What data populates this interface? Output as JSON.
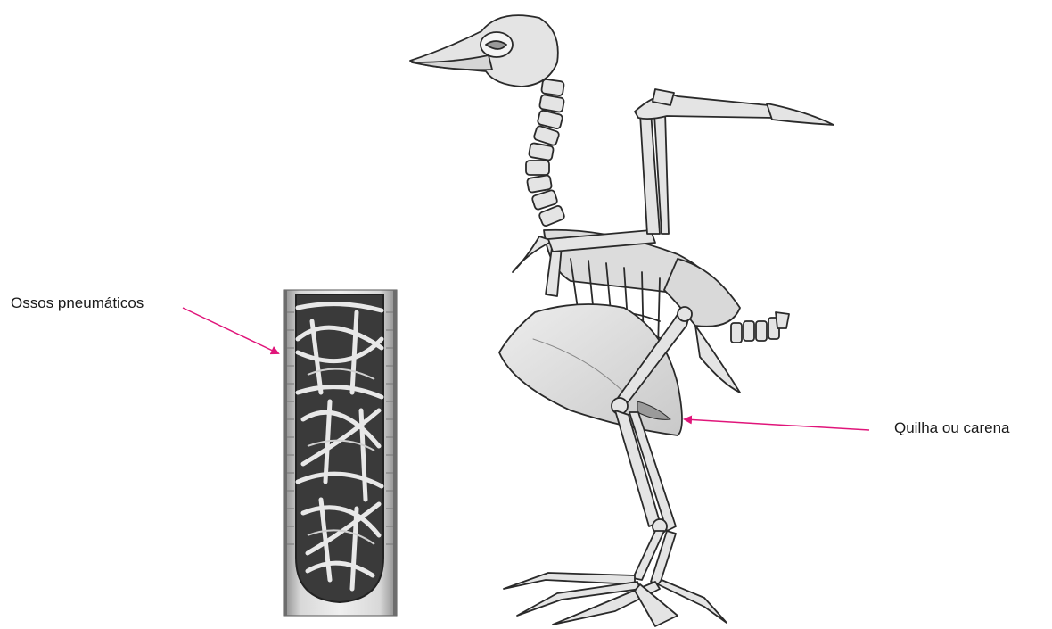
{
  "labels": {
    "pneumatic_bones": "Ossos pneumáticos",
    "keel": "Quilha ou carena"
  },
  "colors": {
    "callout_arrow": "#e0157a",
    "bone_fill": "#e4e4e4",
    "bone_stroke": "#2a2a2a",
    "cavity": "#3a3a3a",
    "text": "#1a1a1a"
  },
  "illustrations": {
    "bone_cross_section": "pneumatic-bone-cross-section",
    "bird_skeleton": "bird-skeleton"
  }
}
